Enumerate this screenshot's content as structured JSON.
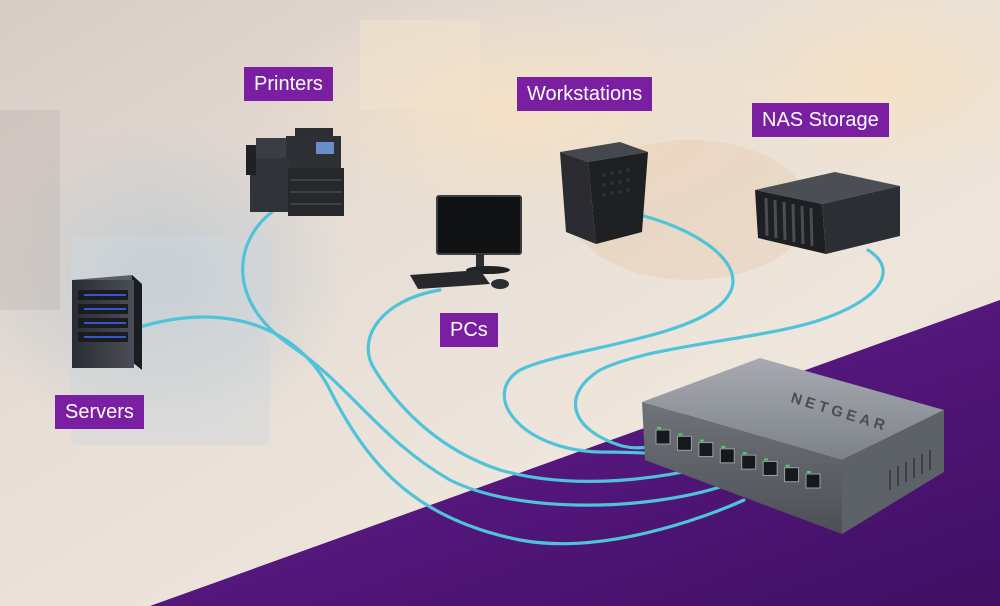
{
  "diagram": {
    "labels": {
      "printers": "Printers",
      "workstations": "Workstations",
      "nas_storage": "NAS Storage",
      "pcs": "PCs",
      "servers": "Servers"
    },
    "switch_brand": "NETGEAR",
    "port_count": 8
  },
  "colors": {
    "label_bg": "#7b1fa2",
    "cable": "#4fc3d9",
    "floor_purple": "#5a1a86",
    "switch_body": "#8e9299",
    "port_led": "#3ddc6a"
  }
}
